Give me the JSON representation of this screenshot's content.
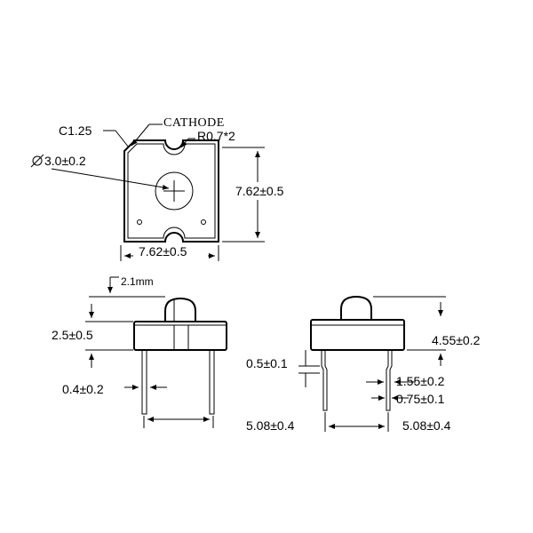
{
  "top_view": {
    "chamfer_label": "C1.25",
    "cathode_label": "CATHODE",
    "radius_label": "R0.7*2",
    "diameter_label": "3.0±0.2",
    "height_label": "7.62±0.5",
    "width_label": "7.62±0.5"
  },
  "front_view": {
    "dome_offset_label": "2.1mm",
    "body_height_label": "2.5±0.5",
    "lead_width_label": "0.4±0.2",
    "lead_spacing_label": "5.08±0.4"
  },
  "side_view": {
    "total_height_label": "4.55±0.2",
    "standoff_label": "0.5±0.1",
    "kink_label": "1.55±0.2",
    "lead_thickness_label": "0.75±0.1",
    "lead_spacing_label": "5.08±0.4"
  },
  "colors": {
    "line": "#000000",
    "background": "#ffffff"
  }
}
